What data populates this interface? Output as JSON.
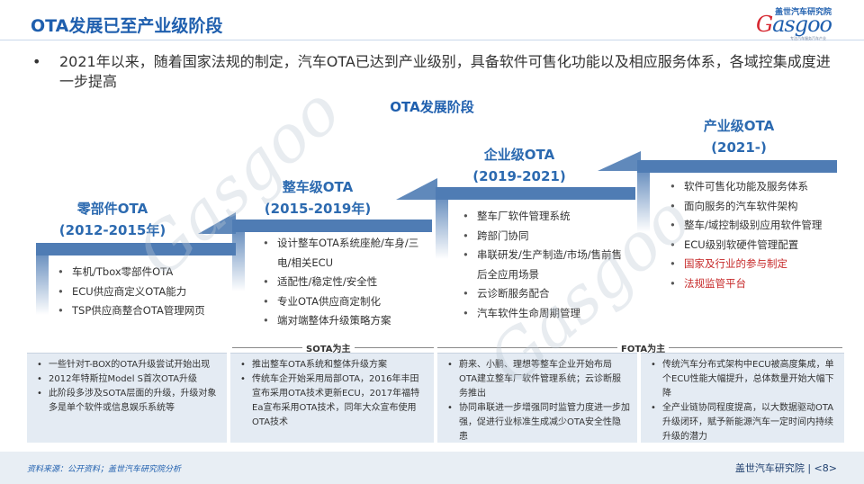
{
  "header": {
    "title": "OTA发展已至产业级阶段",
    "logo_top": "盖世汽车研究院",
    "logo_text_red": "G",
    "logo_text": "asgoo",
    "logo_sub": "专注汽车服务汽车产业"
  },
  "intro": {
    "bullet": "•",
    "text": "2021年以来，随着国家法规的制定，汽车OTA已达到产业级别，具备软件可售化功能以及相应服务体系，各域控集成度进一步提高"
  },
  "stage_heading": "OTA发展阶段",
  "stages": [
    {
      "name": "零部件OTA",
      "period": "(2012-2015年)",
      "items": [
        "车机/Tbox零部件OTA",
        "ECU供应商定义OTA能力",
        "TSP供应商整合OTA管理网页"
      ]
    },
    {
      "name": "整车级OTA",
      "period": "(2015-2019年)",
      "items": [
        "设计整车OTA系统座舱/车身/三电/相关ECU",
        "适配性/稳定性/安全性",
        "专业OTA供应商定制化",
        "端对端整体升级策略方案"
      ]
    },
    {
      "name": "企业级OTA",
      "period": "(2019-2021)",
      "items": [
        "整车厂软件管理系统",
        "跨部门协同",
        "串联研发/生产制造/市场/售前售后全应用场景",
        "云诊断服务配合",
        "汽车软件生命周期管理"
      ]
    },
    {
      "name": "产业级OTA",
      "period": "(2021-)",
      "items": [
        "软件可售化功能及服务体系",
        "面向服务的汽车软件架构",
        "整车/域控制级别应用软件管理",
        "ECU级别软硬件管理配置",
        "国家及行业的参与制定",
        "法规监管平台"
      ],
      "highlight_items": [
        "国家及行业的参与制定",
        "法规监管平台"
      ]
    }
  ],
  "bands": {
    "sota": "SOTA为主",
    "fota": "FOTA为主"
  },
  "details": [
    [
      "一些针对T-BOX的OTA升级尝试开始出现",
      "2012年特斯拉Model S首次OTA升级",
      "此阶段多涉及SOTA层面的升级，升级对象多是单个软件或信息娱乐系统等"
    ],
    [
      "推出整车OTA系统和整体升级方案",
      "传统车企开始采用局部OTA，2016年丰田宣布采用OTA技术更新ECU，2017年福特Ea宣布采用OTA技术，同年大众宣布使用OTA技术"
    ],
    [
      "蔚来、小鹏、理想等整车企业开始布局OTA建立整车厂软件管理系统；云诊断服务推出",
      "协同串联进一步增强同时监管力度进一步加强，促进行业标准生成减少OTA安全性隐患"
    ],
    [
      "传统汽车分布式架构中ECU被高度集成，单个ECU性能大幅提升，总体数量开始大幅下降",
      "全产业链协同程度提高，以大数据驱动OTA升级闭环，赋予新能源汽车一定时间内持续升级的潜力"
    ]
  ],
  "footer": {
    "source": "资料来源：公开资料；盖世汽车研究院分析",
    "org": "盖世汽车研究院 | <8>"
  },
  "watermark": "Gasgoo",
  "colors": {
    "brand_blue": "#1f5fae",
    "stair_blue": "#4f7cb4",
    "highlight_red": "#c62828",
    "box_bg": "#e4ebf3"
  }
}
